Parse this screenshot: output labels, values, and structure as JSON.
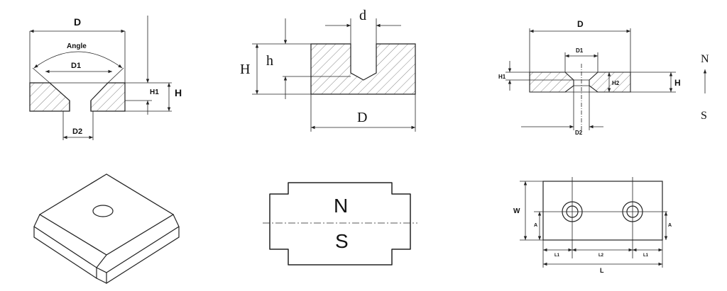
{
  "countersunk": {
    "d": "D",
    "angle": "Angle",
    "d1": "D1",
    "h1": "H1",
    "h": "H",
    "d2": "D2"
  },
  "blind_hole": {
    "d_small": "d",
    "h_big": "H",
    "h_small": "h",
    "d_big": "D"
  },
  "double_countersunk": {
    "d": "D",
    "d1": "D1",
    "h1": "H1",
    "h2": "H2",
    "h": "H",
    "d2": "D2",
    "north": "N",
    "south": "S"
  },
  "block_profile": {
    "north": "N",
    "south": "S"
  },
  "two_hole_plan": {
    "w": "W",
    "a_left": "A",
    "a_right": "A",
    "l1_left": "L1",
    "l2": "L2",
    "l1_right": "L1",
    "l": "L"
  }
}
